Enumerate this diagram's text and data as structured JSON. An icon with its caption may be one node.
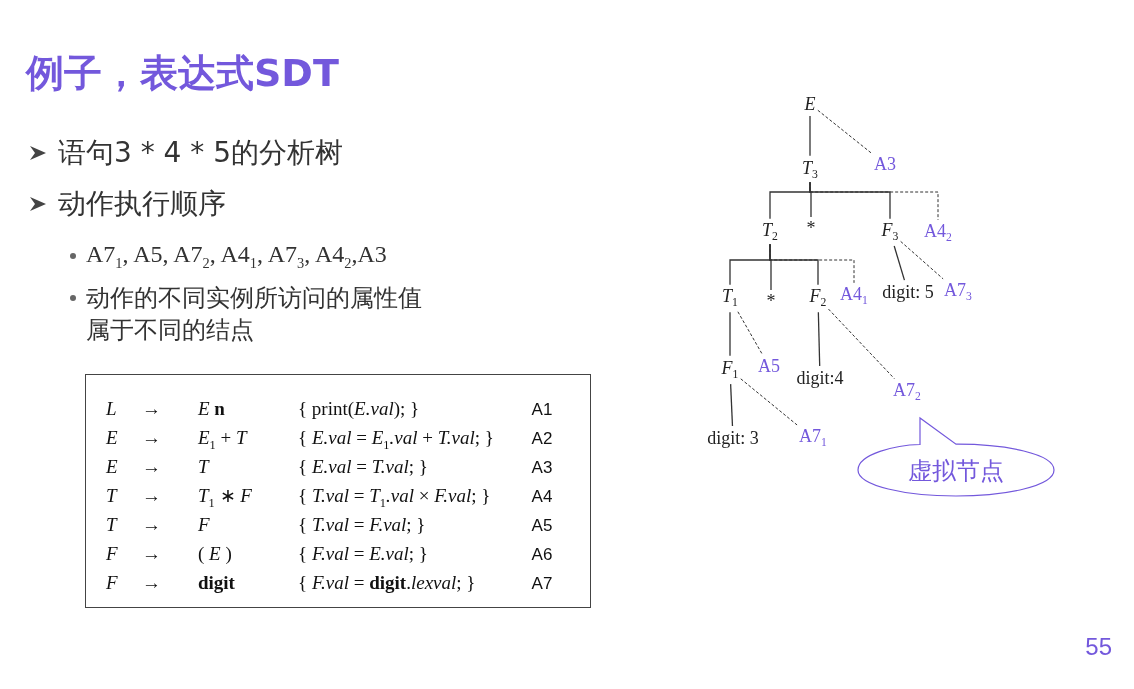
{
  "diagram": {
    "title": "例子，表达式SDT",
    "nodes": [
      {
        "text": [
          "E"
        ]
      },
      {
        "text": [
          "A3"
        ]
      },
      {
        "text": [
          "T$_{3}$"
        ]
      },
      {
        "text": [
          "T$_{2}$"
        ]
      },
      {
        "text": [
          "*"
        ]
      },
      {
        "text": [
          "F$_{3}$"
        ]
      },
      {
        "text": [
          "A4$_{2}$"
        ]
      },
      {
        "text": [
          "T$_{1}$"
        ]
      },
      {
        "text": [
          "*"
        ]
      },
      {
        "text": [
          "F$_{2}$"
        ]
      },
      {
        "text": [
          "A4$_{1}$"
        ]
      },
      {
        "text": [
          "digit: 5"
        ]
      },
      {
        "text": [
          "A7$_{3}$"
        ]
      },
      {
        "text": [
          "F$_{1}$"
        ]
      },
      {
        "text": [
          "A5"
        ]
      },
      {
        "text": [
          "digit:4"
        ]
      },
      {
        "text": [
          "A7$_{2}$"
        ]
      },
      {
        "text": [
          "digit: 3"
        ]
      },
      {
        "text": [
          "A7$_{1}$"
        ]
      },
      {
        "text": [
          "虚拟节点"
        ]
      }
    ],
    "edges": [
      {
        "from": 0,
        "to": 2,
        "arrow": "none"
      },
      {
        "from": 0,
        "to": 1,
        "arrow": "none",
        "style": "dashed"
      },
      {
        "from": 2,
        "to": 3,
        "arrow": "none"
      },
      {
        "from": 2,
        "to": 4,
        "arrow": "none"
      },
      {
        "from": 2,
        "to": 5,
        "arrow": "none"
      },
      {
        "from": 2,
        "to": 6,
        "arrow": "none",
        "style": "dashed"
      },
      {
        "from": 3,
        "to": 7,
        "arrow": "none"
      },
      {
        "from": 3,
        "to": 8,
        "arrow": "none"
      },
      {
        "from": 3,
        "to": 9,
        "arrow": "none"
      },
      {
        "from": 3,
        "to": 10,
        "arrow": "none",
        "style": "dashed"
      },
      {
        "from": 5,
        "to": 11,
        "arrow": "none"
      },
      {
        "from": 5,
        "to": 12,
        "arrow": "none",
        "style": "dashed"
      },
      {
        "from": 7,
        "to": 13,
        "arrow": "none"
      },
      {
        "from": 7,
        "to": 14,
        "arrow": "none",
        "style": "dashed"
      },
      {
        "from": 9,
        "to": 15,
        "arrow": "none"
      },
      {
        "from": 9,
        "to": 16,
        "arrow": "none",
        "style": "dashed"
      },
      {
        "from": 13,
        "to": 17,
        "arrow": "none"
      },
      {
        "from": 13,
        "to": 18,
        "arrow": "none",
        "style": "dashed"
      }
    ],
    "labels": [
      "语句3 * 4 * 5的分析树",
      "动作执行顺序",
      "A7$_{1}$, A5, A7$_{2}$, A4$_{1}$, A7$_{3}$, A4$_{2}$,A3",
      "动作的不同实例所访问的属性值属于不同的结点",
      "L",
      "→",
      "*E* **n**",
      "{ print(*E.val*); }",
      "A1",
      "E",
      "→",
      "*E*$_{1}$ + *T*",
      "{ *E.val* = *E*$_{1}$*.val* + *T.val*; }",
      "A2",
      "E",
      "→",
      "*T*",
      "{ *E.val* = *T.val*; }",
      "A3",
      "T",
      "→",
      "*T*$_{1}$ ∗ *F*",
      "{ *T.val* = *T*$_{1}$*.val* × *F.val*; }",
      "A4",
      "T",
      "→",
      "*F*",
      "{ *T.val* = *F.val*; }",
      "A5",
      "F",
      "→",
      "( *E* )",
      "{ *F.val* = *E.val*; }",
      "A6",
      "F",
      "→",
      "**digit**",
      "{ *F.val* = **digit**.*lexval*; }",
      "A7",
      "55"
    ]
  }
}
